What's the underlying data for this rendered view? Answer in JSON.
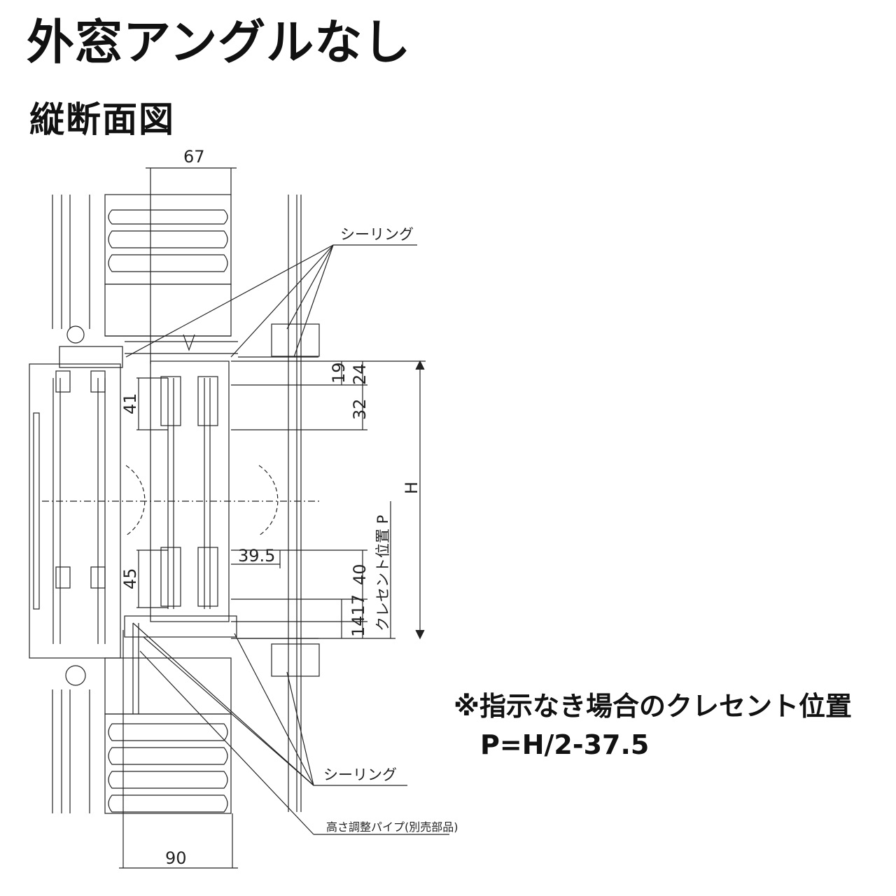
{
  "title": "外窓アングルなし",
  "subtitle": "縦断面図",
  "dimensions": {
    "top_width": "67",
    "bottom_width": "90",
    "d19": "19",
    "d24": "24",
    "d32": "32",
    "d41": "41",
    "h": "H",
    "d395": "39.5",
    "d45": "45",
    "d40": "40",
    "d1417": "1417",
    "crescent_pos": "クレセント位置 P"
  },
  "labels": {
    "sealing_top": "シーリング",
    "sealing_bottom": "シーリング",
    "pipe": "高さ調整パイプ(別売部品)"
  },
  "note": {
    "line1": "※指示なき場合のクレセント位置",
    "formula": "P=H/2-37.5"
  }
}
